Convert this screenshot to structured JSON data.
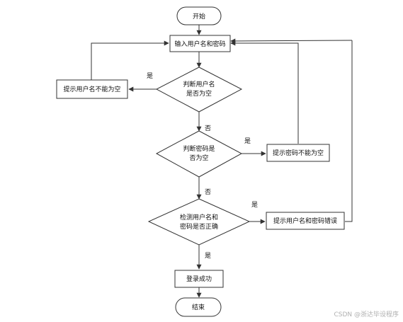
{
  "flowchart": {
    "nodes": {
      "start": "开始",
      "input": "输入用户名和密码",
      "check_user_line1": "判断用户名",
      "check_user_line2": "是否为空",
      "prompt_user_empty": "提示用户名不能为空",
      "check_pwd_line1": "判断密码是",
      "check_pwd_line2": "否为空",
      "prompt_pwd_empty": "提示密码不能为空",
      "verify_line1": "检测用户名和",
      "verify_line2": "密码是否正确",
      "prompt_error": "提示用户名和密码错误",
      "login_success": "登录成功",
      "end": "结束"
    },
    "edge_labels": {
      "user_empty_yes": "是",
      "user_empty_no": "否",
      "pwd_empty_yes": "是",
      "pwd_empty_no": "否",
      "verify_no": "是",
      "verify_yes": "是"
    }
  },
  "watermark": "CSDN @浙达毕设程序"
}
